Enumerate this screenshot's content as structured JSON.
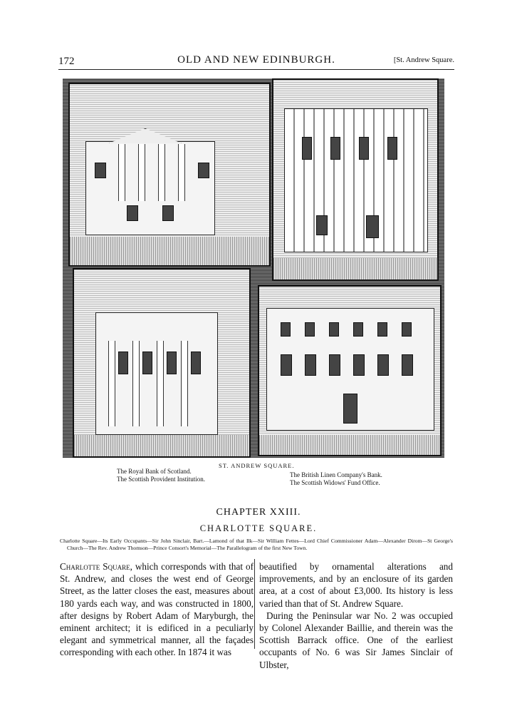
{
  "header": {
    "page_number": "172",
    "title": "OLD AND NEW EDINBURGH.",
    "running_head": "[St. Andrew Square."
  },
  "illustration": {
    "title": "ST. ANDREW SQUARE.",
    "panels": [
      {
        "position": "top-left",
        "subject": "The Royal Bank of Scotland."
      },
      {
        "position": "top-right",
        "subject": "The British Linen Company's Bank."
      },
      {
        "position": "bottom-left",
        "subject": "The Scottish Provident Institution."
      },
      {
        "position": "bottom-right",
        "subject": "The Scottish Widows' Fund Office."
      }
    ],
    "captions_left": [
      "The Royal Bank of Scotland.",
      "The Scottish Provident Institution."
    ],
    "captions_right": [
      "The British Linen Company's Bank.",
      "The Scottish Widows' Fund Office."
    ]
  },
  "chapter": {
    "number": "CHAPTER XXIII.",
    "title": "CHARLOTTE SQUARE.",
    "synopsis": "Charlotte Square—Its Early Occupants—Sir John Sinclair, Bart.—Lamond of that Ilk—Sir William Fettes—Lord Chief Commissioner Adam—Alexander Dirom—St George's Church—The Rev. Andrew Thomson—Prince Consort's Memorial—The Parallelogram of the first New Town."
  },
  "body": {
    "left_column": {
      "lead_smallcaps": "Charlotte Square,",
      "text": " which corresponds with that of St. Andrew, and closes the west end of George Street, as the latter closes the east, measures about 180 yards each way, and was constructed in 1800, after designs by Robert Adam of Maryburgh, the eminent architect; it is edificed in a peculiarly elegant and symmetrical manner, all the façades corresponding with each other. In 1874 it was"
    },
    "right_column": {
      "paragraph1": "beautified by ornamental alterations and improvements, and by an enclosure of its garden area, at a cost of about £3,000. Its history is less varied than that of St. Andrew Square.",
      "paragraph2": "During the Peninsular war No. 2 was occupied by Colonel Alexander Baillie, and therein was the Scottish Barrack office. One of the earliest occupants of No. 6 was Sir James Sinclair of Ulbster,"
    }
  }
}
